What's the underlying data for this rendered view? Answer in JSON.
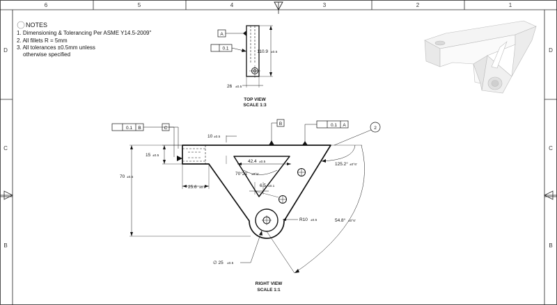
{
  "notes": {
    "title": "NOTES",
    "lines": [
      "1. Dimensioning & Tolerancing Per ASME Y14.5-2009\"",
      "2. All fillets R = 5mm",
      "3. All tolerances ±0.5mm unless",
      "otherwise specified"
    ]
  },
  "zones": {
    "columns": [
      "6",
      "5",
      "4",
      "3",
      "2",
      "1"
    ],
    "rows": [
      "D",
      "C",
      "B"
    ]
  },
  "top_view": {
    "title": "TOP VIEW",
    "scale": "SCALE 1:3",
    "datum": "A",
    "flatness": "0.1",
    "height_value": "110.9",
    "height_tol": "±0.5",
    "width_value": "26",
    "width_tol": "±0.5"
  },
  "right_view": {
    "title": "RIGHT VIEW",
    "scale": "SCALE 1:1",
    "datum_b": "B",
    "datum_c": "C",
    "parallel_tol": "0.1",
    "parallel_ref": "B",
    "perp_tol": "0.1",
    "perp_ref": "A",
    "balloon": "2",
    "dims": {
      "d10": "10",
      "d10_tol": "±0.5",
      "d15": "15",
      "d15_tol": "±0.5",
      "d70": "70",
      "d70_tol": "±0.5",
      "d25_6": "25.6",
      "d25_6_tol": "±0.5",
      "d42_4": "42.4",
      "d42_4_tol": "±0.5",
      "a70": "70°21'",
      "a70_tol": "±0°6'",
      "d6_5": "6.5",
      "d6_5_tol": "±0.1",
      "a125": "125.2°",
      "a125_tol": "±0°6'",
      "r10": "R10",
      "r10_tol": "±0.5",
      "a54": "54.8°",
      "a54_tol": "±0°6'",
      "dia25": "∅ 25",
      "dia25_tol": "±0.5"
    }
  }
}
